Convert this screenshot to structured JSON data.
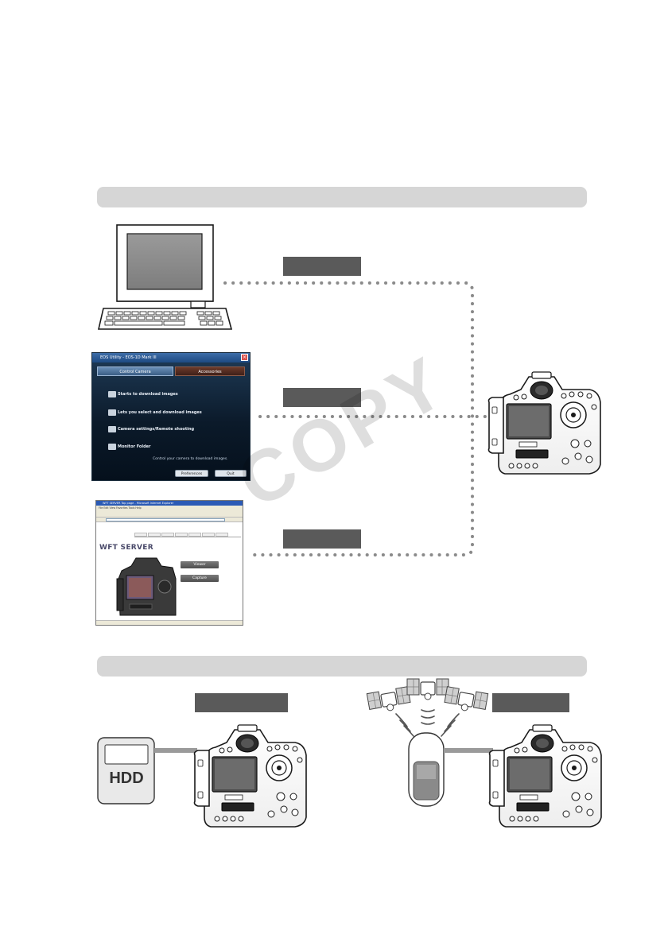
{
  "eos_utility": {
    "title": "EOS Utility - EOS-1D Mark III",
    "tabs": [
      "Control Camera",
      "Accessories"
    ],
    "menu_items": [
      "Starts to download images",
      "Lets you select and download images",
      "Camera settings/Remote shooting",
      "Monitor Folder"
    ],
    "footer_text": "Control your camera to download images.",
    "buttons": {
      "preferences": "Preferences",
      "quit": "Quit"
    }
  },
  "browser": {
    "title": "WFT SERVER Top page - Microsoft Internet Explorer",
    "menu": "File   Edit   View   Favorites   Tools   Help",
    "heading": "WFT SERVER",
    "buttons": {
      "viewer": "Viewer",
      "capture": "Capture"
    }
  },
  "hdd": {
    "label": "HDD"
  },
  "watermark": "COPY",
  "colors": {
    "section_band": "#d6d6d6",
    "tag": "#5a5a5a",
    "dotted_line": "#8a8a8a",
    "cable": "#9a9a9a",
    "watermark": "#bdbdbd"
  }
}
